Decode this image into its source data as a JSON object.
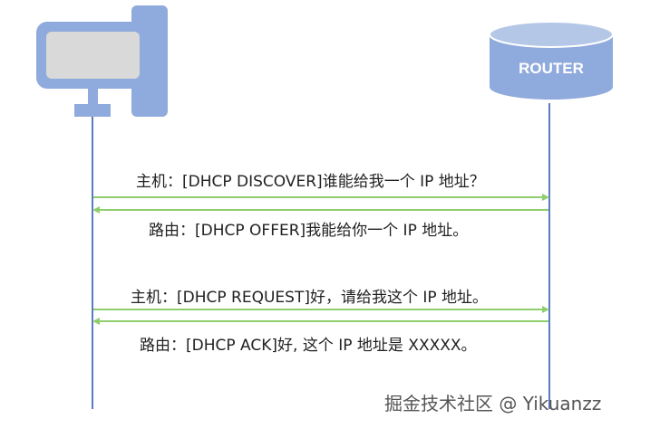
{
  "nodes": {
    "host": {
      "label": ""
    },
    "router": {
      "label": "ROUTER"
    }
  },
  "colors": {
    "node_fill": "#8faadc",
    "screen_fill": "#d9d9d9",
    "lifeline": "#5b7bc4",
    "arrow": "#8fce6d"
  },
  "messages": [
    {
      "from": "host",
      "to": "router",
      "text": "主机：[DHCP DISCOVER]谁能给我一个 IP 地址？"
    },
    {
      "from": "router",
      "to": "host",
      "text": "路由：[DHCP OFFER]我能给你一个 IP 地址。"
    },
    {
      "from": "host",
      "to": "router",
      "text": "主机：[DHCP REQUEST]好，请给我这个 IP 地址。"
    },
    {
      "from": "router",
      "to": "host",
      "text": "路由：[DHCP ACK]好, 这个 IP 地址是 XXXXX。"
    }
  ],
  "watermark": "掘金技术社区 @ Yikuanzz"
}
